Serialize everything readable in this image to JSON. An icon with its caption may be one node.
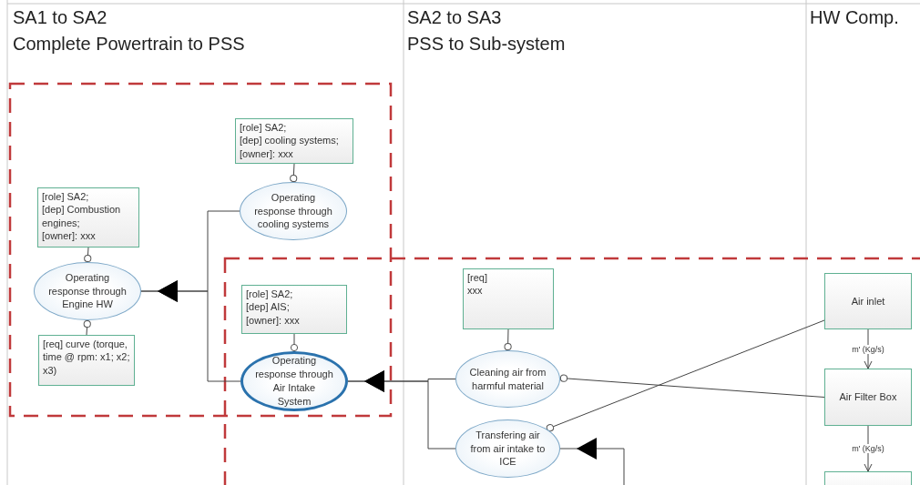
{
  "diagram": {
    "nodes": [
      {
        "text": [
          "[role] SA2;",
          "[dep] cooling systems;",
          "[owner]: xxx"
        ]
      },
      {
        "text": [
          "Operating response through cooling systems"
        ]
      },
      {
        "text": [
          "[role] SA2;",
          "[dep] Combustion engines;",
          "[owner]: xxx"
        ]
      },
      {
        "text": [
          "Operating response through Engine HW"
        ]
      },
      {
        "text": [
          "[req] curve (torque, time @ rpm: x1; x2; x3)"
        ]
      },
      {
        "text": [
          "[role] SA2;",
          "[dep] AIS;",
          "[owner]: xxx"
        ]
      },
      {
        "text": [
          "Operating response through Air Intake System"
        ]
      },
      {
        "text": [
          "[req]",
          "xxx"
        ]
      },
      {
        "text": [
          "Cleaning air from harmful material"
        ]
      },
      {
        "text": [
          "Transfering air from air intake to ICE"
        ]
      },
      {
        "text": [
          "Air inlet"
        ]
      },
      {
        "text": [
          "Air Filter Box"
        ]
      },
      {
        "text": [],
        "shape": "box"
      }
    ],
    "edges": [
      {
        "from": 0,
        "to": 1,
        "arrow": "other"
      },
      {
        "from": 2,
        "to": 3,
        "arrow": "other"
      },
      {
        "from": 4,
        "to": 3,
        "arrow": "other"
      },
      {
        "from": 1,
        "to": 3,
        "arrow": "to"
      },
      {
        "from": 6,
        "to": 3,
        "arrow": "to"
      },
      {
        "from": 5,
        "to": 6,
        "arrow": "other"
      },
      {
        "from": 7,
        "to": 8,
        "arrow": "other"
      },
      {
        "from": 8,
        "to": 6,
        "arrow": "to"
      },
      {
        "from": 9,
        "to": 6,
        "arrow": "to"
      },
      {
        "from": null,
        "to": 9,
        "arrow": "to"
      },
      {
        "from": 11,
        "to": 8,
        "arrow": "other"
      },
      {
        "from": 10,
        "to": 9,
        "arrow": "other"
      },
      {
        "from": 10,
        "to": 11,
        "arrow": "to",
        "label": "m' (Kg/s)"
      },
      {
        "from": 11,
        "to": 12,
        "arrow": "to",
        "label": "m' (Kg/s)"
      }
    ],
    "labels": [
      "SA1 to SA2",
      "SA2 to SA3",
      "HW Comp.",
      "Complete Powertrain to PSS",
      "PSS to Sub-system"
    ]
  }
}
